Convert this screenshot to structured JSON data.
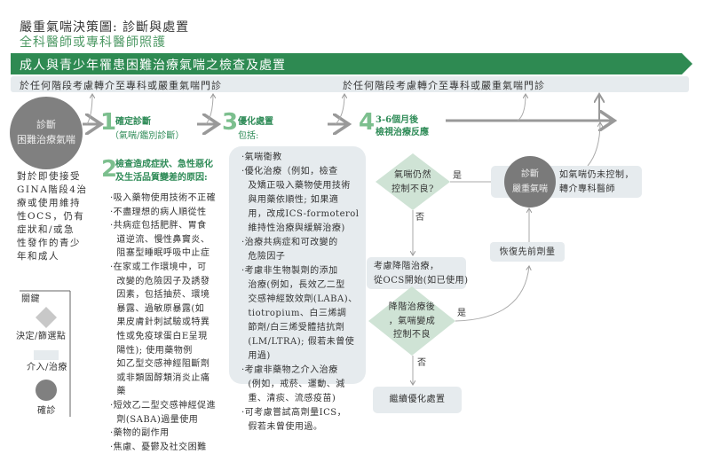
{
  "header": {
    "title": "嚴重氣喘決策圖: 診斷與處置",
    "subtitle": "全科醫師或專科醫師照護"
  },
  "banner": {
    "text": "成人與青少年罹患困難治療氣喘之檢查及處置"
  },
  "referral": {
    "left": "於任何階段考慮轉介至專科或嚴重氣喘門診",
    "right": "於任何階段考慮轉介至專科或嚴重氣喘門診"
  },
  "start": {
    "line1": "診斷",
    "line2": "困難治療氣喘",
    "description": "對於即使接受\nGINA階段4治\n療或使用維持\n性OCS，仍有\n症狀和/或急\n性發作的青少\n年和成人"
  },
  "step1": {
    "num": "1",
    "label": "確定診斷",
    "sub": "（氣喘/鑑別診斷）"
  },
  "step2": {
    "num": "2",
    "label": "檢查造成症狀、急性惡化\n及生活品質變差的原因:",
    "items": "·吸入藥物使用技術不正確\n·不盡理想的病人順從性\n·共病症包括肥胖、胃食\n  道逆流、慢性鼻竇炎、\n  阻塞型睡眠呼吸中止症\n·在家或工作環境中，可\n  改變的危險因子及誘發\n  因素，包括抽菸、環境\n  暴露、過敏原暴露(如\n  果皮膚針刺試驗或特異\n  性或免疫球蛋白E呈現\n  陽性); 使用藥物例\n  如乙型交感神經阻斷劑\n  或非類固醇類消炎止痛\n  藥\n·短效乙二型交感神經促進\n  劑(SABA)過量使用\n·藥物的副作用\n·焦慮、憂鬱及社交困難"
  },
  "step3": {
    "num": "3",
    "label": "優化處置",
    "sub": "包括:",
    "items": "·氣喘衛教\n·優化治療（例如，檢查\n  及矯正吸入藥物使用技術\n  與用藥依順性; 如果適\n  用，改成ICS-formoterol\n  維持性治療與緩解治療)\n·治療共病症和可改變的\n  危險因子\n·考慮非生物製劑的添加\n  治療(例如，長效乙二型\n  交感神經致效劑(LABA)、\n  tiotropium、白三烯調\n  節劑/白三烯受體拮抗劑\n  (LM/LTRA); 假若未曾使\n  用過)\n·考慮非藥物之介入治療\n  (例如，戒菸、運動、減\n  重、清痰、流感疫苗)\n·可考慮嘗試高劑量ICS，\n  假若未曾使用過。"
  },
  "step4": {
    "num": "4",
    "label": "3-6個月後",
    "sub": "檢視治療反應"
  },
  "decision1": {
    "text": "氣喘仍然\n控制不良?",
    "yes": "是",
    "no": "否"
  },
  "severe": {
    "line1": "診斷",
    "line2": "嚴重氣喘"
  },
  "refer_box": {
    "text": "如氣喘仍未控制，\n轉介專科醫師"
  },
  "stepdown": {
    "text": "考慮降階治療，\n從OCS開始(如已使用)"
  },
  "restore": {
    "text": "恢復先前劑量"
  },
  "decision2": {
    "text": "降階治療後\n，氣喘變成\n控制不良",
    "yes": "是",
    "no": "否"
  },
  "continue": {
    "text": "繼續優化處置"
  },
  "legend": {
    "title": "關鍵",
    "decision": "決定/篩選點",
    "intervention": "介入/治療",
    "diagnosis": "確診"
  },
  "colors": {
    "green": "#2e8a52",
    "light_green": "#cfe3d5",
    "gray_box": "#e6ebee",
    "circle": "#808080"
  }
}
